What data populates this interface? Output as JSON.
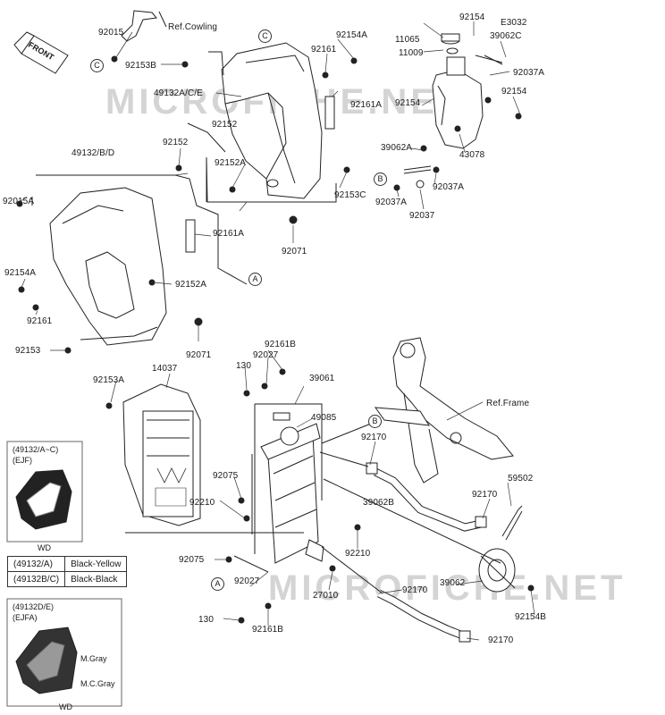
{
  "watermark": "MICROFICHE.NET",
  "front_label": "FRONT",
  "ref_labels": {
    "cowling": "Ref.Cowling",
    "frame": "Ref.Frame"
  },
  "callouts": {
    "a": "A",
    "b": "B",
    "c": "C"
  },
  "code": "E3032",
  "parts": {
    "p92015": "92015",
    "p92153B": "92153B",
    "p49132ACE": "49132A/C/E",
    "p92154A_top": "92154A",
    "p92161_top": "92161",
    "p92161A_top": "92161A",
    "p92152_a": "92152",
    "p92152_b": "92152",
    "p92152A_top": "92152A",
    "p92153C": "92153C",
    "p92071_top": "92071",
    "p11065": "11065",
    "p11009": "11009",
    "p92154_t1": "92154",
    "p39062C": "39062C",
    "p92037A_t": "92037A",
    "p92154_t2": "92154",
    "p92154_t3": "92154",
    "p39062A": "39062A",
    "p43078": "43078",
    "p92037A_m": "92037A",
    "p92037A_b": "92037A",
    "p92037": "92037",
    "p49132BD": "49132/B/D",
    "p92015A": "92015A",
    "p92161A_mid": "92161A",
    "p92154A_mid": "92154A",
    "p92152A_mid": "92152A",
    "p92161_mid": "92161",
    "p92153": "92153",
    "p92071_mid": "92071",
    "p92161B_top": "92161B",
    "p130_top": "130",
    "p92027_top": "92027",
    "p92153A": "92153A",
    "p14037": "14037",
    "p39061": "39061",
    "p49085": "49085",
    "p92170_a": "92170",
    "p39062B": "39062B",
    "p59502": "59502",
    "p92170_b": "92170",
    "p92075_a": "92075",
    "p92210_a": "92210",
    "p92210_b": "92210",
    "p92075_b": "92075",
    "p92027_b": "92027",
    "p27010": "27010",
    "p92170_c": "92170",
    "p39062": "39062",
    "p92154B": "92154B",
    "p130_b": "130",
    "p92161B_b": "92161B",
    "p92170_d": "92170"
  },
  "legend_top": {
    "model": "(49132/A~C)",
    "sub": "(EJF)",
    "foot": "WD"
  },
  "legend_table": [
    {
      "code": "(49132/A)",
      "color": "Black-Yellow"
    },
    {
      "code": "(49132B/C)",
      "color": "Black-Black"
    }
  ],
  "legend_bottom": {
    "model": "(49132D/E)",
    "sub": "(EJFA)",
    "c1": "M.Gray",
    "c2": "M.C.Gray",
    "foot": "WD"
  }
}
